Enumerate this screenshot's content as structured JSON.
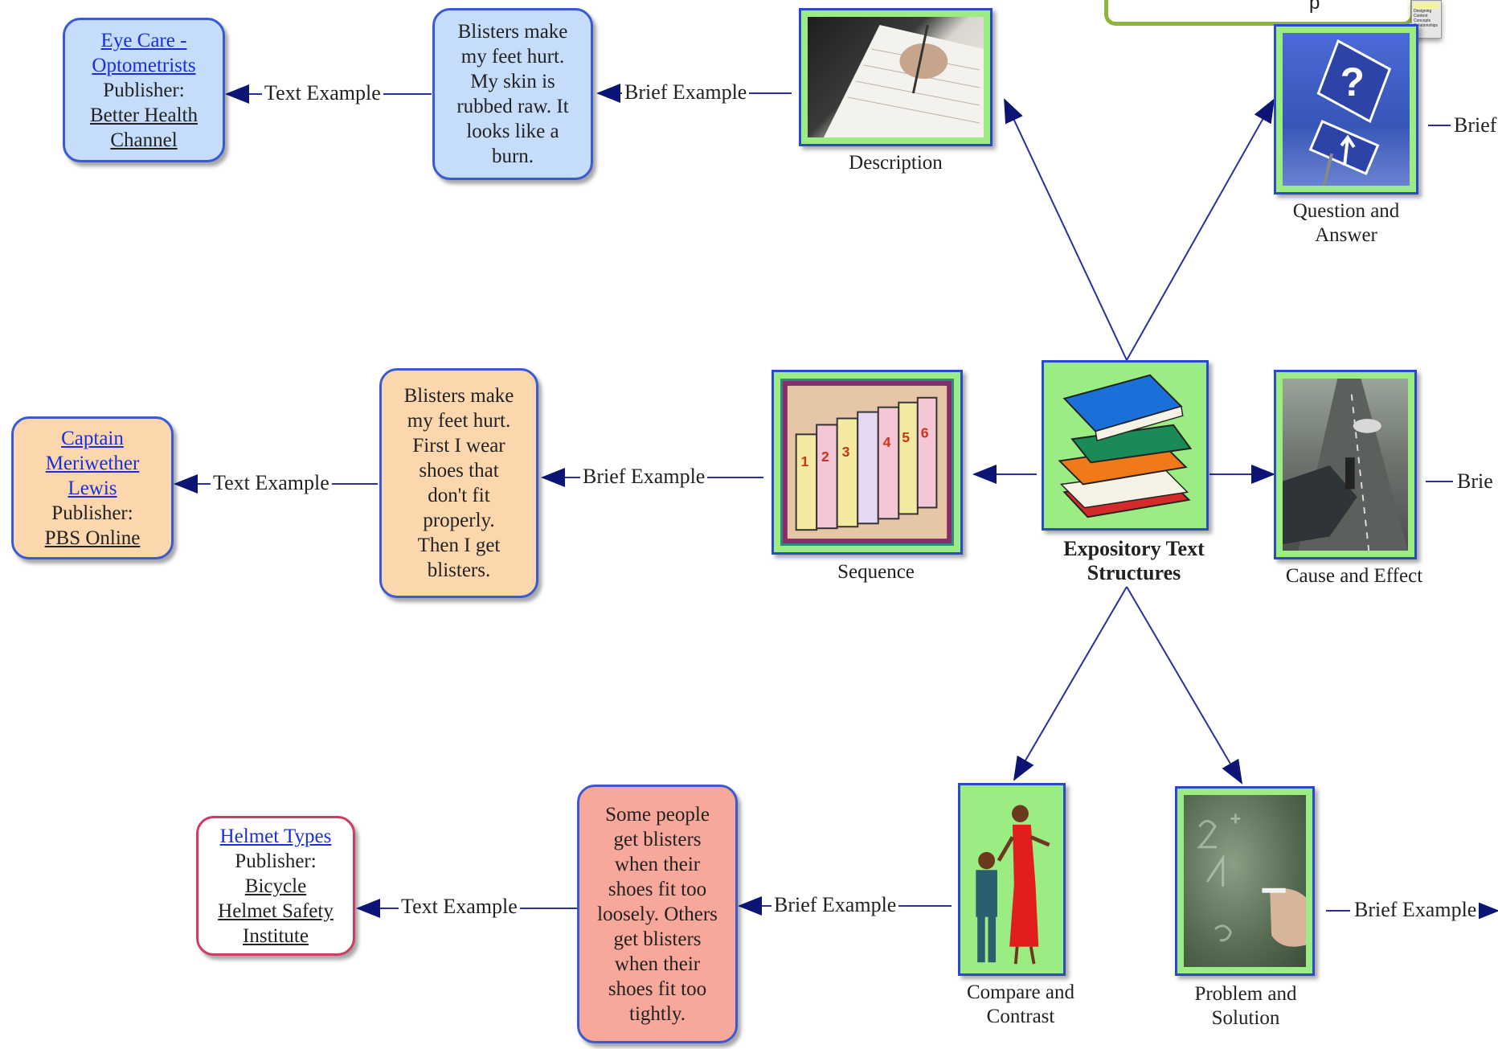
{
  "center": {
    "line1": "Expository Text",
    "line2": "Structures"
  },
  "nodes": {
    "description": "Description",
    "question_l1": "Question and",
    "question_l2": "Answer",
    "sequence": "Sequence",
    "cause": "Cause and Effect",
    "compare_l1": "Compare and",
    "compare_l2": "Contrast",
    "problem_l1": "Problem and",
    "problem_l2": "Solution"
  },
  "edge_labels": {
    "text_example": "Text Example",
    "brief_example": "Brief Example",
    "brief_partial_top": "Brief",
    "brief_partial_mid": "Brie"
  },
  "rows": {
    "top": {
      "brief_lines": [
        "Blisters make",
        "my feet hurt.",
        "My skin is",
        "rubbed raw.  It",
        "looks like a",
        "burn."
      ],
      "source": {
        "title_l1": "Eye Care -",
        "title_l2": "Optometrists",
        "publisher_label": "Publisher:",
        "publisher_l1": "Better Health",
        "publisher_l2": "Channel"
      }
    },
    "middle": {
      "brief_lines": [
        "Blisters make",
        "my feet hurt.",
        "First I wear",
        "shoes that",
        "don't fit",
        "properly.",
        "Then I get",
        "blisters."
      ],
      "source": {
        "title_l1": "Captain",
        "title_l2": "Meriwether",
        "title_l3": "Lewis",
        "publisher_label": "Publisher:",
        "publisher_l1": "PBS Online"
      }
    },
    "bottom": {
      "brief_lines": [
        "Some people",
        "get blisters",
        "when their",
        "shoes fit too",
        "loosely. Others",
        "get blisters",
        "when their",
        "shoes fit too",
        "tightly."
      ],
      "source": {
        "title_l1": "Helmet Types",
        "publisher_label": "Publisher:",
        "publisher_l1": "Bicycle",
        "publisher_l2": "Helmet Safety",
        "publisher_l3": "Institute"
      }
    }
  },
  "tooltip": {
    "partial_text": "p"
  },
  "thumbnail": {
    "lines": [
      "Designing",
      "Content",
      "Concepts",
      "Relationships"
    ]
  },
  "colors": {
    "edge": "#2a2f9e",
    "arrowhead": "#0c1575",
    "node_bg": "#9bec82",
    "node_border": "#2a4bc8",
    "link": "#1a2fd8",
    "tooltip_border": "#8db53d"
  }
}
